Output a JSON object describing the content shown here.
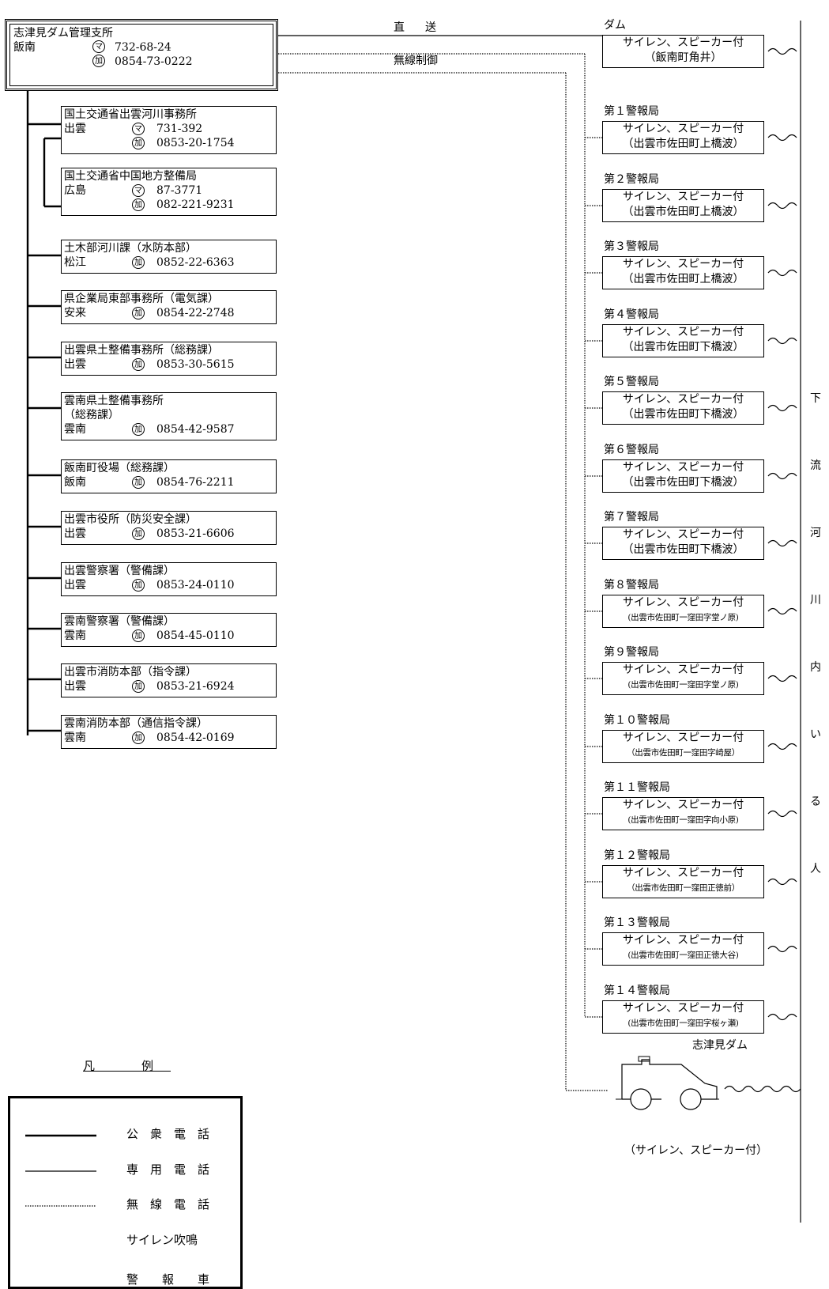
{
  "headquarters": {
    "name": "志津見ダム管理支所",
    "area": "飯南",
    "lines": [
      {
        "mark": "マ",
        "number": "732-68-24"
      },
      {
        "mark": "加",
        "number": "0854-73-0222"
      }
    ]
  },
  "routes": {
    "direct": "直　送",
    "wireless": "無線制御"
  },
  "contacts": [
    {
      "name": "国土交通省出雲河川事務所",
      "area": "出雲",
      "lines": [
        {
          "mark": "マ",
          "number": "731-392"
        },
        {
          "mark": "加",
          "number": "0853-20-1754"
        }
      ]
    },
    {
      "name": "国土交通省中国地方整備局",
      "area": "広島",
      "lines": [
        {
          "mark": "マ",
          "number": "87-3771"
        },
        {
          "mark": "加",
          "number": "082-221-9231"
        }
      ]
    },
    {
      "name": "土木部河川課（水防本部）",
      "area": "松江",
      "lines": [
        {
          "mark": "加",
          "number": "0852-22-6363"
        }
      ]
    },
    {
      "name": "県企業局東部事務所（電気課）",
      "area": "安来",
      "lines": [
        {
          "mark": "加",
          "number": "0854-22-2748"
        }
      ]
    },
    {
      "name": "出雲県土整備事務所（総務課）",
      "area": "出雲",
      "lines": [
        {
          "mark": "加",
          "number": "0853-30-5615"
        }
      ]
    },
    {
      "name": "雲南県土整備事務所",
      "sub": "（総務課）",
      "area": "雲南",
      "lines": [
        {
          "mark": "加",
          "number": "0854-42-9587"
        }
      ]
    },
    {
      "name": "飯南町役場（総務課）",
      "area": "飯南",
      "lines": [
        {
          "mark": "加",
          "number": "0854-76-2211"
        }
      ]
    },
    {
      "name": "出雲市役所（防災安全課）",
      "area": "出雲",
      "lines": [
        {
          "mark": "加",
          "number": "0853-21-6606"
        }
      ]
    },
    {
      "name": "出雲警察署（警備課）",
      "area": "出雲",
      "lines": [
        {
          "mark": "加",
          "number": "0853-24-0110"
        }
      ]
    },
    {
      "name": "雲南警察署（警備課）",
      "area": "雲南",
      "lines": [
        {
          "mark": "加",
          "number": "0854-45-0110"
        }
      ]
    },
    {
      "name": "出雲市消防本部（指令課）",
      "area": "出雲",
      "lines": [
        {
          "mark": "加",
          "number": "0853-21-6924"
        }
      ]
    },
    {
      "name": "雲南消防本部（通信指令課）",
      "area": "雲南",
      "lines": [
        {
          "mark": "加",
          "number": "0854-42-0169"
        }
      ]
    }
  ],
  "stations": [
    {
      "label": "ダム",
      "line1": "サイレン、スピーカー付",
      "line2": "（飯南町角井）"
    },
    {
      "label": "第１警報局",
      "line1": "サイレン、スピーカー付",
      "line2": "（出雲市佐田町上橋波）"
    },
    {
      "label": "第２警報局",
      "line1": "サイレン、スピーカー付",
      "line2": "（出雲市佐田町上橋波）"
    },
    {
      "label": "第３警報局",
      "line1": "サイレン、スピーカー付",
      "line2": "（出雲市佐田町上橋波）"
    },
    {
      "label": "第４警報局",
      "line1": "サイレン、スピーカー付",
      "line2": "（出雲市佐田町下橋波）"
    },
    {
      "label": "第５警報局",
      "line1": "サイレン、スピーカー付",
      "line2": "（出雲市佐田町下橋波）"
    },
    {
      "label": "第６警報局",
      "line1": "サイレン、スピーカー付",
      "line2": "（出雲市佐田町下橋波）"
    },
    {
      "label": "第７警報局",
      "line1": "サイレン、スピーカー付",
      "line2": "（出雲市佐田町下橋波）"
    },
    {
      "label": "第８警報局",
      "line1": "サイレン、スピーカー付",
      "line2": "(出雲市佐田町一窪田字堂ノ原)"
    },
    {
      "label": "第９警報局",
      "line1": "サイレン、スピーカー付",
      "line2": "(出雲市佐田町一窪田字堂ノ原)"
    },
    {
      "label": "第１０警報局",
      "line1": "サイレン、スピーカー付",
      "line2": "（出雲市佐田町一窪田字崎屋）"
    },
    {
      "label": "第１１警報局",
      "line1": "サイレン、スピーカー付",
      "line2": "(出雲市佐田町一窪田字向小原)"
    },
    {
      "label": "第１２警報局",
      "line1": "サイレン、スピーカー付",
      "line2": "（出雲市佐田町一窪田正徳前）"
    },
    {
      "label": "第１３警報局",
      "line1": "サイレン、スピーカー付",
      "line2": "(出雲市佐田町一窪田正徳大谷)"
    },
    {
      "label": "第１４警報局",
      "line1": "サイレン、スピーカー付",
      "line2": "(出雲市佐田町一窪田字桜ヶ瀬)"
    }
  ],
  "vehicle": {
    "label": "志津見ダム",
    "caption": "（サイレン、スピーカー付）"
  },
  "downstream": [
    "下",
    "流",
    "河",
    "川",
    "内",
    "い",
    "る",
    "人"
  ],
  "legend": {
    "title": "凡　例",
    "items": [
      {
        "type": "public",
        "label": "公　衆　電　話"
      },
      {
        "type": "private",
        "label": "専　用　電　話"
      },
      {
        "type": "wireless",
        "label": "無　線　電　話"
      },
      {
        "type": "siren",
        "label": "サイレン吹鳴"
      },
      {
        "type": "vehicle",
        "label": "警　　報　　車"
      }
    ]
  }
}
